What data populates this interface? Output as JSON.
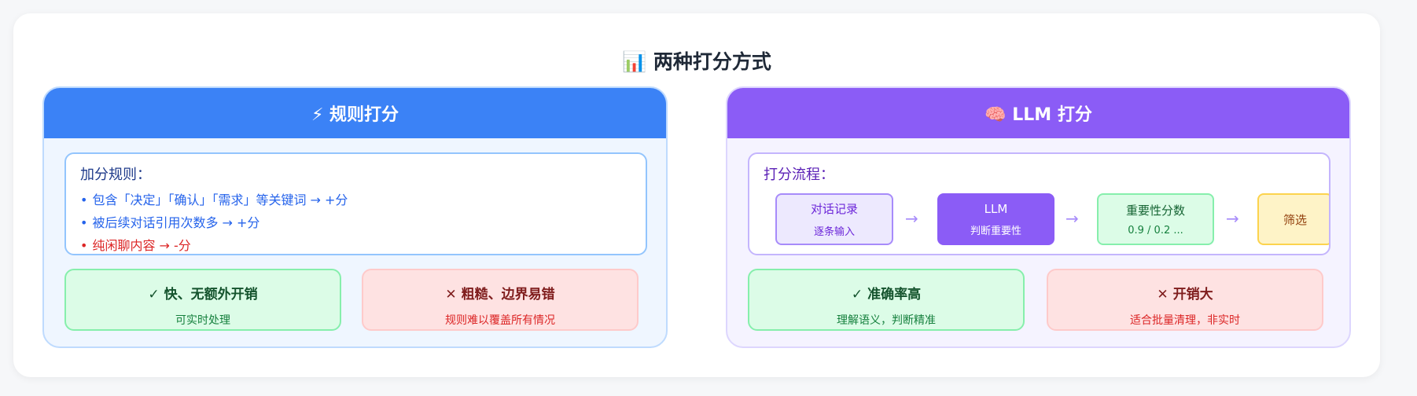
{
  "title": "📊 两种打分方式",
  "rule": {
    "header": "⚡ 规则打分",
    "box_title": "加分规则：",
    "items": [
      {
        "text": "包含「决定」「确认」「需求」等关键词 → +分",
        "type": "positive"
      },
      {
        "text": "被后续对话引用次数多 → +分",
        "type": "positive"
      },
      {
        "text": "纯闲聊内容 → -分",
        "type": "negative"
      }
    ],
    "pro": {
      "title": "✓ 快、无额外开销",
      "desc": "可实时处理"
    },
    "con": {
      "title": "✕ 粗糙、边界易错",
      "desc": "规则难以覆盖所有情况"
    }
  },
  "llm": {
    "header": "🧠 LLM 打分",
    "box_title": "打分流程：",
    "steps": [
      {
        "title": "对话记录",
        "sub": "逐条输入"
      },
      {
        "title": "LLM",
        "sub": "判断重要性"
      },
      {
        "title": "重要性分数",
        "sub": "0.9 / 0.2 ..."
      },
      {
        "title": "筛选"
      }
    ],
    "arrow": "→",
    "pro": {
      "title": "✓ 准确率高",
      "desc": "理解语义，判断精准"
    },
    "con": {
      "title": "✕ 开销大",
      "desc": "适合批量清理，非实时"
    }
  }
}
